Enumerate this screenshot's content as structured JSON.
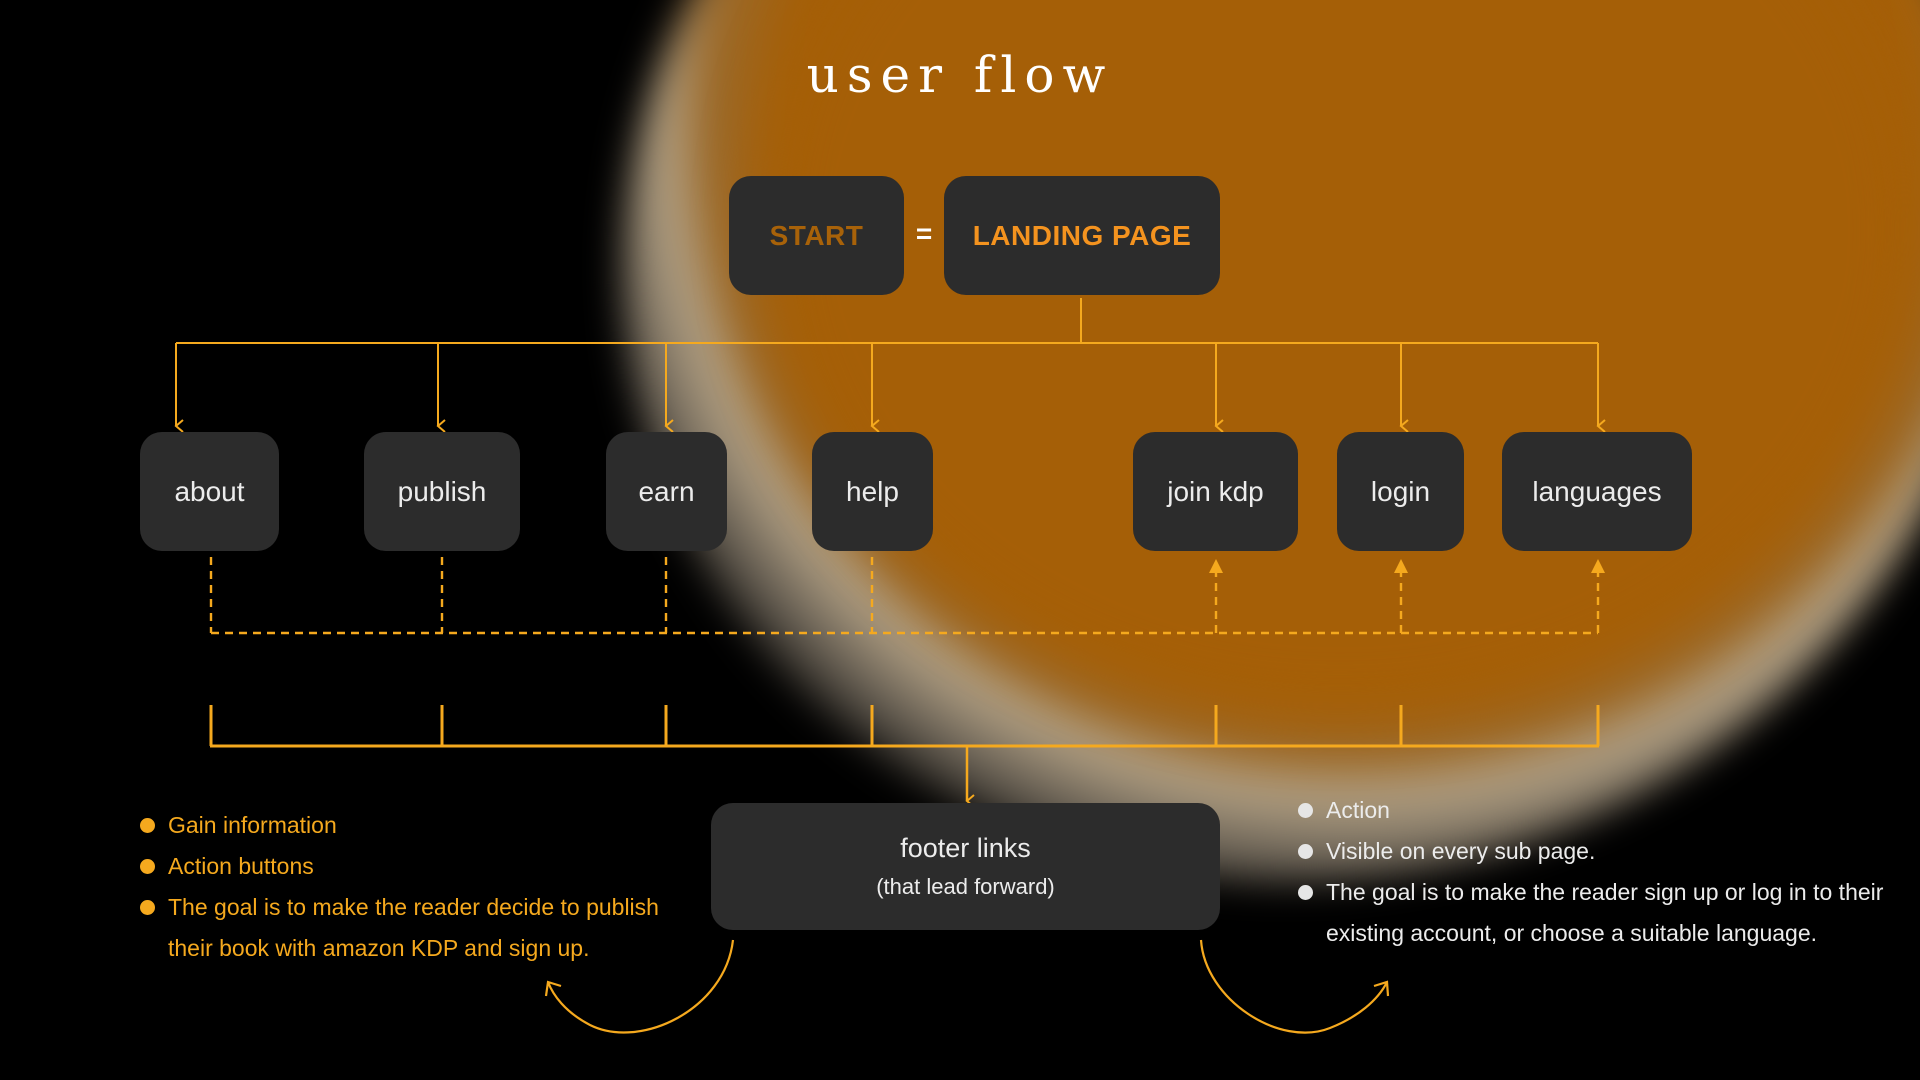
{
  "title": "user flow",
  "colors": {
    "accent": "#f5a91e",
    "start_text": "#a86209",
    "landing_text": "#f4931f",
    "box_bg": "#2c2c2c",
    "glow": "#a55f07",
    "background": "#000000"
  },
  "start": {
    "start_label": "START",
    "equals": "=",
    "landing_label": "LANDING PAGE"
  },
  "pages": [
    {
      "label": "about"
    },
    {
      "label": "publish"
    },
    {
      "label": "earn"
    },
    {
      "label": "help"
    },
    {
      "label": "join kdp"
    },
    {
      "label": "login"
    },
    {
      "label": "languages"
    }
  ],
  "footer": {
    "title": "footer links",
    "subtitle": "(that lead forward)"
  },
  "left_notes": [
    "Gain information",
    "Action buttons",
    "The goal is to make the reader decide to publish their book with amazon KDP and sign up."
  ],
  "right_notes": [
    "Action",
    "Visible on every sub page.",
    "The goal is to make the reader sign up or log in to their existing account, or choose a suitable language."
  ]
}
